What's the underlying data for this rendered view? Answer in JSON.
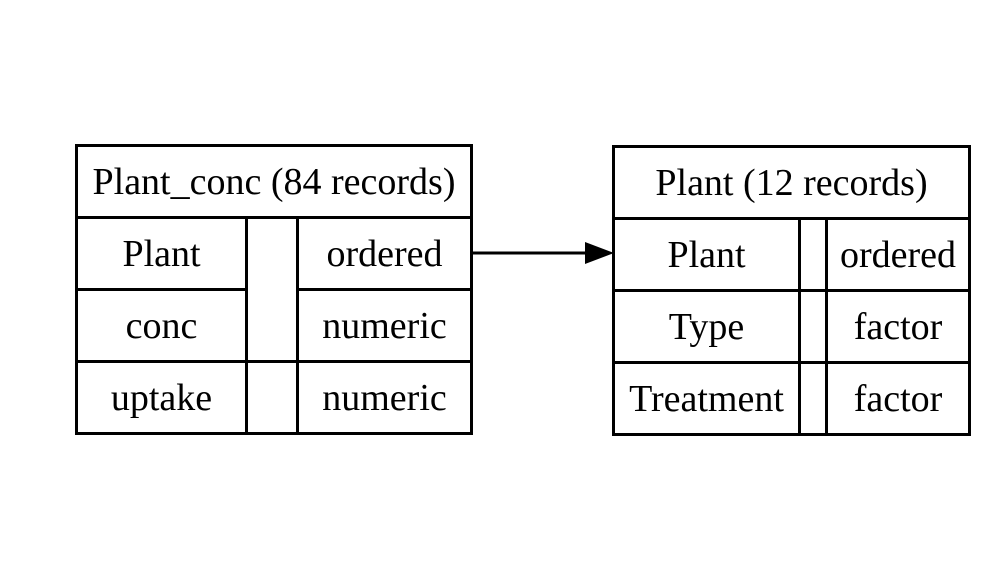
{
  "diagram": {
    "background_color": "#ffffff",
    "line_color": "#000000",
    "key_fill_color": "#000000",
    "tables": [
      {
        "name": "Plant_conc",
        "title": "Plant_conc (84 records)",
        "columns": [
          {
            "name": "Plant",
            "type": "ordered",
            "is_key": true
          },
          {
            "name": "conc",
            "type": "numeric",
            "is_key": true
          },
          {
            "name": "uptake",
            "type": "numeric",
            "is_key": false
          }
        ]
      },
      {
        "name": "Plant",
        "title": "Plant (12 records)",
        "columns": [
          {
            "name": "Plant",
            "type": "ordered",
            "is_key": true
          },
          {
            "name": "Type",
            "type": "factor",
            "is_key": false
          },
          {
            "name": "Treatment",
            "type": "factor",
            "is_key": false
          }
        ]
      }
    ],
    "arrow": {
      "from_table": "Plant_conc",
      "from_column": "Plant",
      "to_table": "Plant",
      "to_column": "Plant",
      "head_style": "filled-triangle",
      "direction": "right"
    }
  }
}
